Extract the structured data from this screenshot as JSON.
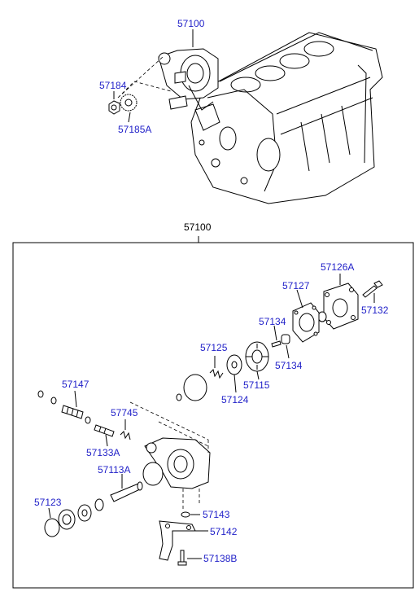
{
  "diagram": {
    "assembly_label": "57100",
    "parts": {
      "p57100": "57100",
      "p57184": "57184",
      "p57185A": "57185A",
      "p57126A": "57126A",
      "p57127": "57127",
      "p57132": "57132",
      "p57134a": "57134",
      "p57134b": "57134",
      "p57125": "57125",
      "p57115": "57115",
      "p57124": "57124",
      "p57147": "57147",
      "p57745": "57745",
      "p57133A": "57133A",
      "p57113A": "57113A",
      "p57123": "57123",
      "p57143": "57143",
      "p57142": "57142",
      "p57138B": "57138B"
    }
  }
}
